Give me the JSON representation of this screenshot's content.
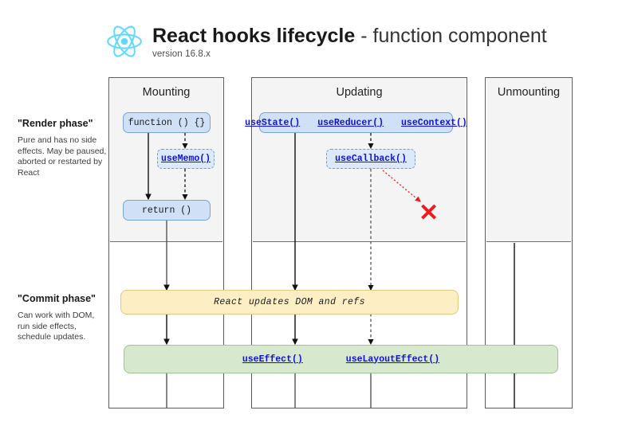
{
  "header": {
    "logo_icon": "react-atom-logo-icon",
    "title_main": "React hooks lifecycle",
    "title_separator": " - ",
    "title_sub": "function component",
    "version": "version 16.8.x"
  },
  "phases": [
    {
      "title": "\"Render phase\"",
      "description": "Pure and has no side effects. May be paused, aborted or restarted by React"
    },
    {
      "title": "\"Commit phase\"",
      "description": "Can work with DOM, run side effects, schedule updates."
    }
  ],
  "columns": [
    {
      "title": "Mounting"
    },
    {
      "title": "Updating"
    },
    {
      "title": "Unmounting"
    }
  ],
  "nodes": {
    "function_box": "function () {}",
    "use_memo": "useMemo()",
    "return_box": "return ()",
    "use_state": "useState()",
    "use_reducer": "useReducer()",
    "use_context": "useContext()",
    "use_callback": "useCallback()",
    "react_updates": "React updates DOM and refs",
    "use_effect": "useEffect()",
    "use_layout_effect": "useLayoutEffect()"
  },
  "annotations": {
    "x_mark": "✕"
  },
  "colors": {
    "react_blue": "#61dafb",
    "node_blue_fill": "#cfe0f7",
    "node_blue_border": "#7aa3d6",
    "yellow_fill": "#fdeec4",
    "yellow_border": "#e3c97e",
    "green_fill": "#d6e8ce",
    "green_border": "#9fc48c",
    "link_blue": "#1111dd",
    "error_red": "#ee1c1c",
    "render_band": "#f4f4f4"
  }
}
